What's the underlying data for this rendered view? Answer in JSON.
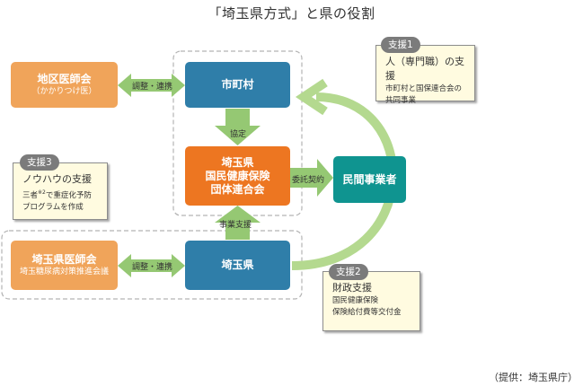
{
  "title": "「埼玉県方式」と県の役割",
  "footer": "（提供：埼玉県庁）",
  "nodes": {
    "district_medical": {
      "line1": "地区医師会",
      "line2": "（かかりつけ医）"
    },
    "municipality": {
      "line1": "市町村"
    },
    "federation": {
      "line1": "埼玉県",
      "line2": "国民健康保険",
      "line3": "団体連合会"
    },
    "private_business": {
      "line1": "民間事業者"
    },
    "pref_medical": {
      "line1": "埼玉県医師会",
      "line2": "埼玉糖尿病対策推進会議"
    },
    "prefecture": {
      "line1": "埼玉県"
    }
  },
  "arrow_labels": {
    "coord_top": "調整・連携",
    "agreement": "協定",
    "consignment": "委託契約",
    "business_support": "事業支援",
    "coord_bottom": "調整・連携"
  },
  "callouts": {
    "support1": {
      "badge": "支援1",
      "head": "人（専門職）の支援",
      "sub1": "市町村と国保連合会の",
      "sub2": "共同事業"
    },
    "support2": {
      "badge": "支援2",
      "head": "財政支援",
      "sub1": "国民健康保険",
      "sub2": "保険給付費等交付金"
    },
    "support3": {
      "badge": "支援3",
      "head": "ノウハウの支援",
      "sub1_pre": "三者",
      "sub1_sup": "※2",
      "sub1_post": "で重症化予防",
      "sub2": "プログラムを作成"
    }
  },
  "colors": {
    "arrow_green": "#95c873",
    "curve_green": "#b4d98f",
    "orange_light": "#f0a45a",
    "orange_main": "#ed7621",
    "blue": "#2f7ea9",
    "teal": "#0f9490",
    "callout_bg": "#fffbe0",
    "badge_gray": "#7b7b7b"
  }
}
